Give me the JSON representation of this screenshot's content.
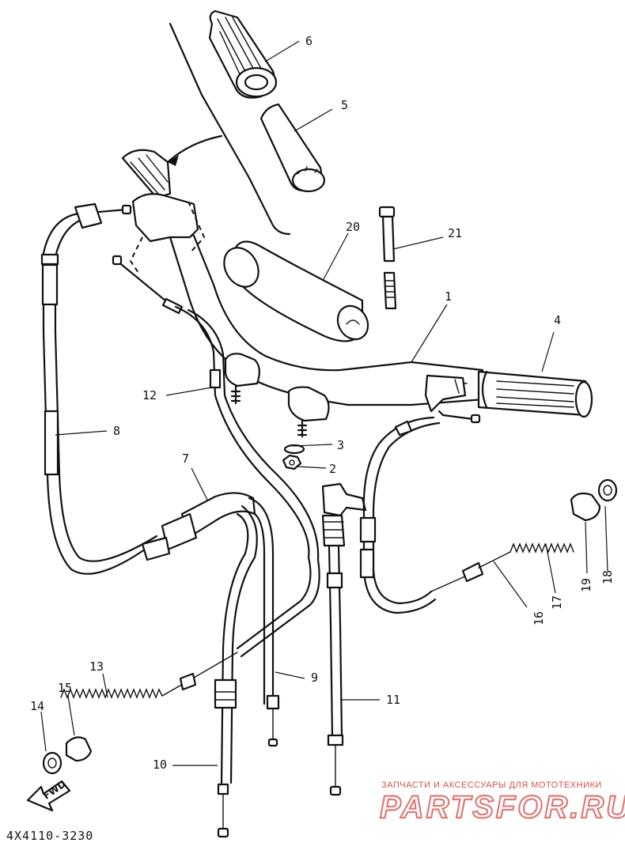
{
  "diagram": {
    "callouts": {
      "p1": "1",
      "p2": "2",
      "p3": "3",
      "p4": "4",
      "p5": "5",
      "p6": "6",
      "p7": "7",
      "p8": "8",
      "p9": "9",
      "p10": "10",
      "p11": "11",
      "p12": "12",
      "p13": "13",
      "p14": "14",
      "p15": "15",
      "p16": "16",
      "p17": "17",
      "p18": "18",
      "p19": "19",
      "p20": "20",
      "p21": "21"
    },
    "fwd_label": "FWD",
    "drawing_code": "4X4110-3230"
  },
  "watermark": {
    "tagline": "ЗАПЧАСТИ И АКСЕССУАРЫ ДЛЯ МОТОТЕХНИКИ",
    "brand": "PARTSFOR.RU"
  },
  "colors": {
    "line": "#111111",
    "background": "#ffffff",
    "watermark": "#d2504d"
  }
}
